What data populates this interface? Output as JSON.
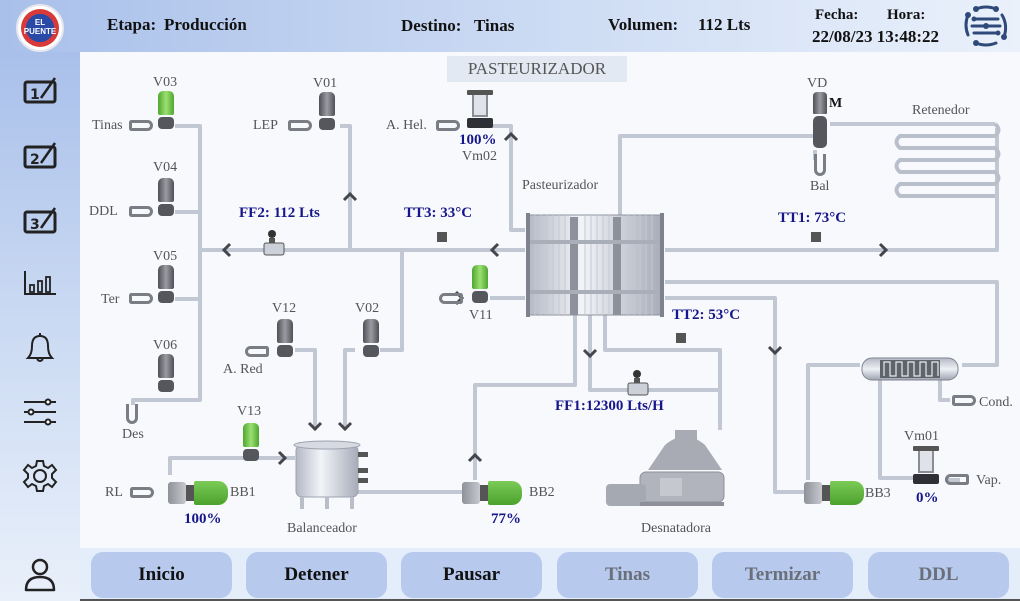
{
  "header": {
    "logo_text": "EL PUENTE",
    "etapa_label": "Etapa:",
    "etapa_value": "Producción",
    "destino_label": "Destino:",
    "destino_value": "Tinas",
    "volumen_label": "Volumen:",
    "volumen_value": "112 Lts",
    "fecha_label": "Fecha:",
    "hora_label": "Hora:",
    "datetime": "22/08/23 13:48:22"
  },
  "sidebar": {
    "items": [
      {
        "name": "screen-1",
        "icon": "numbered-screen-1-icon"
      },
      {
        "name": "screen-2",
        "icon": "numbered-screen-2-icon"
      },
      {
        "name": "screen-3",
        "icon": "numbered-screen-3-icon"
      },
      {
        "name": "charts",
        "icon": "bar-chart-icon"
      },
      {
        "name": "alarms",
        "icon": "bell-icon"
      },
      {
        "name": "adjustments",
        "icon": "sliders-icon"
      },
      {
        "name": "settings",
        "icon": "gear-icon"
      },
      {
        "name": "user",
        "icon": "user-icon"
      }
    ]
  },
  "diagram": {
    "title": "PASTEURIZADOR",
    "valves": {
      "V03": {
        "label": "V03",
        "line": "Tinas",
        "state": "open"
      },
      "V04": {
        "label": "V04",
        "line": "DDL",
        "state": "closed"
      },
      "V05": {
        "label": "V05",
        "line": "Ter",
        "state": "closed"
      },
      "V06": {
        "label": "V06",
        "line": "Des",
        "state": "closed"
      },
      "V01": {
        "label": "V01",
        "line": "LEP",
        "state": "closed"
      },
      "V12": {
        "label": "V12",
        "line": "A. Red",
        "state": "closed"
      },
      "V02": {
        "label": "V02",
        "state": "closed"
      },
      "V13": {
        "label": "V13",
        "state": "open"
      },
      "V11": {
        "label": "V11",
        "state": "open"
      },
      "VD": {
        "label": "VD",
        "mode": "M",
        "line": "Bal"
      }
    },
    "modulating_valves": {
      "Vm02": {
        "label": "Vm02",
        "line": "A. Hel.",
        "opening": "100%"
      },
      "Vm01": {
        "label": "Vm01",
        "line": "Vap.",
        "opening": "0%"
      }
    },
    "pumps": {
      "BB1": {
        "label": "BB1",
        "line": "RL",
        "speed": "100%"
      },
      "BB2": {
        "label": "BB2",
        "speed": "77%"
      },
      "BB3": {
        "label": "BB3"
      }
    },
    "sensors": {
      "FF2": "FF2: 112 Lts",
      "TT3": "TT3:  33°C",
      "TT1": "TT1:  73°C",
      "TT2": "TT2:  53°C",
      "FF1": "FF1:12300 Lts/H"
    },
    "equipment": {
      "pasteurizador": "Pasteurizador",
      "retenedor": "Retenedor",
      "balanceador": "Balanceador",
      "desnatadora": "Desnatadora",
      "cond": "Cond."
    },
    "colors": {
      "valve_open": "#6cc04a",
      "valve_closed": "#6a6c72",
      "value_text": "#16168a",
      "pipe": "#c9cfd9"
    }
  },
  "footer": {
    "buttons": [
      {
        "label": "Inicio",
        "enabled": true
      },
      {
        "label": "Detener",
        "enabled": true
      },
      {
        "label": "Pausar",
        "enabled": true
      },
      {
        "label": "Tinas",
        "enabled": false
      },
      {
        "label": "Termizar",
        "enabled": false
      },
      {
        "label": "DDL",
        "enabled": false
      }
    ]
  }
}
